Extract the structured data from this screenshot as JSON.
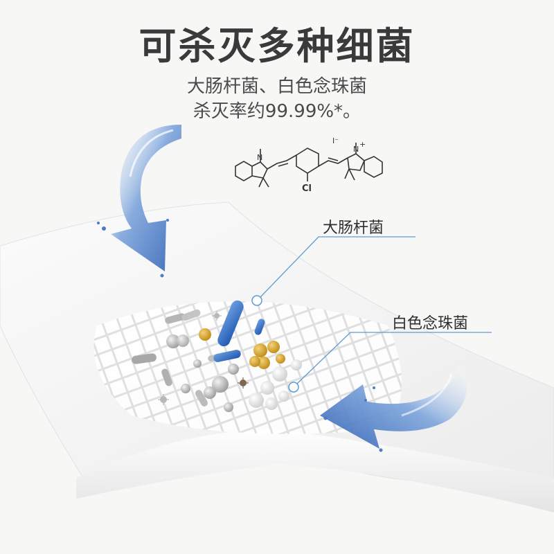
{
  "headline": "可杀灭多种细菌",
  "subline_1": "大肠杆菌、白色念珠菌",
  "subline_2": "杀灭率约99.99%*。",
  "callouts": {
    "ecoli": "大肠杆菌",
    "candida": "白色念珠菌"
  },
  "molecule": {
    "n_left": "N",
    "n_right": "N",
    "plus": "+",
    "chlorine": "Cl",
    "iodide": "I⁻"
  },
  "colors": {
    "background": "#f7f7f6",
    "title": "#3a3a3a",
    "accent_blue": "#3f73c4",
    "callout_line": "#5a9bd5",
    "bacteria_gold": "#d8a520",
    "bacteria_gray": "#9a9a9a"
  }
}
